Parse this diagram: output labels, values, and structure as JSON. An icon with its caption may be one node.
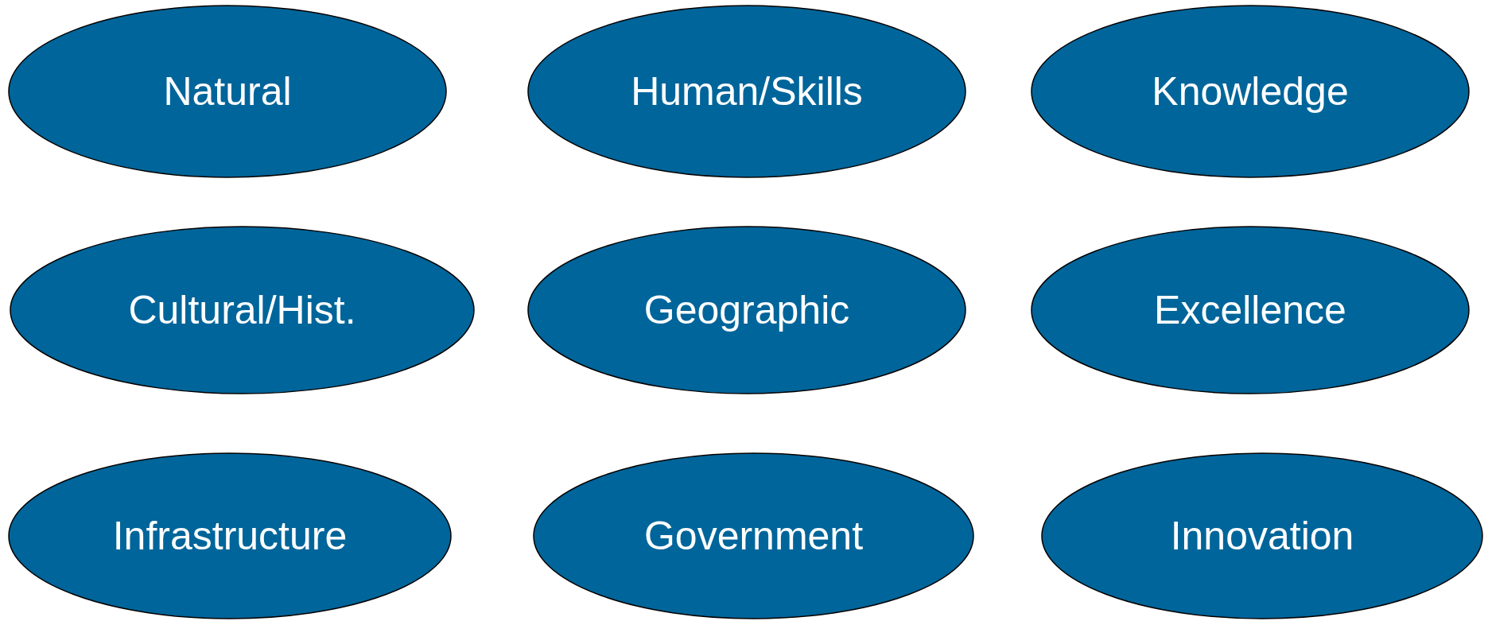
{
  "diagram": {
    "nodes": [
      {
        "text": [
          "Natural"
        ]
      },
      {
        "text": [
          "Human/Skills"
        ]
      },
      {
        "text": [
          "Knowledge"
        ]
      },
      {
        "text": [
          "Cultural/Hist."
        ]
      },
      {
        "text": [
          "Geographic"
        ]
      },
      {
        "text": [
          "Excellence"
        ]
      },
      {
        "text": [
          "Infrastructure"
        ]
      },
      {
        "text": [
          "Government"
        ]
      },
      {
        "text": [
          "Innovation"
        ]
      }
    ]
  }
}
